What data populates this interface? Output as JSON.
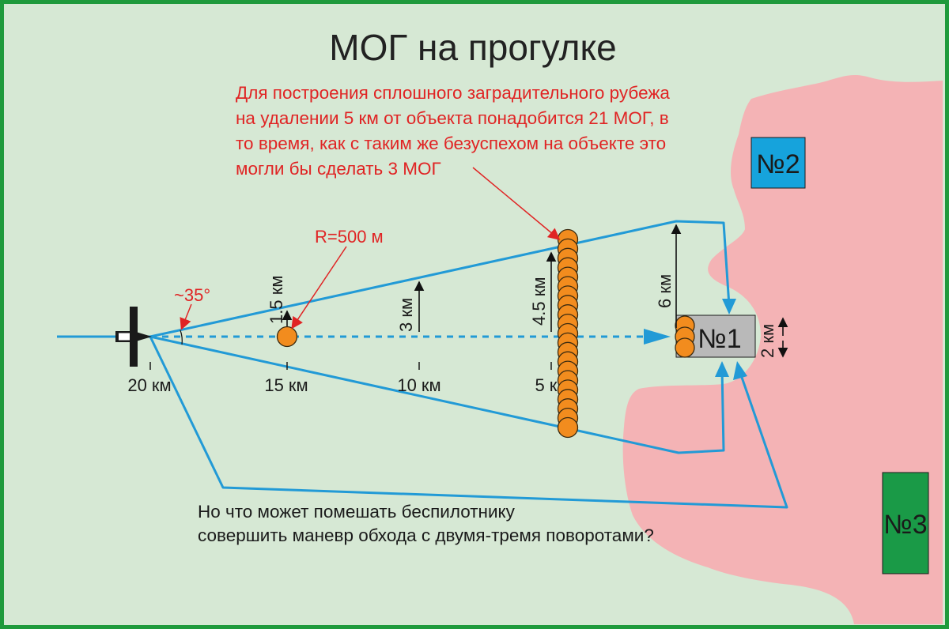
{
  "title": "МОГ на прогулке",
  "note_lines": [
    "Для построения сплошного заградительного рубежа",
    "на удалении 5 км от объекта понадобится 21 МОГ, в",
    "то время, как с таким же безуспехом на объекте это",
    "могли бы сделать 3 МОГ"
  ],
  "radius_label": "R=500 м",
  "angle_label": "~35°",
  "distance_ticks": [
    "20 км",
    "15 км",
    "10 км",
    "5 км"
  ],
  "width_labels": [
    "1.5 км",
    "3 км",
    "4.5 км",
    "6 км"
  ],
  "object_size_label": "2 км",
  "objects": {
    "obj1": "№1",
    "obj2": "№2",
    "obj3": "№3"
  },
  "question_lines": [
    "Но что может помешать беспилотнику",
    "совершить маневр обхода с двумя-тремя поворотами?"
  ],
  "barrier_count": 21,
  "colors": {
    "background": "#d6e8d4",
    "frame": "#1f9a3c",
    "zone": "#f4b3b5",
    "path": "#229ad6",
    "interceptor": "#f28c1e",
    "note_text": "#e02424",
    "obj1": "#b9b9b9",
    "obj2": "#16a3dc",
    "obj3": "#1a9a47"
  },
  "icons": [
    "drone-icon",
    "arrow-icon"
  ]
}
